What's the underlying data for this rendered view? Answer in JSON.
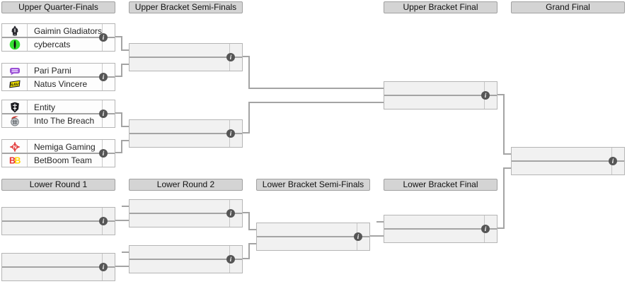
{
  "headers": {
    "upper_quarter_finals": "Upper Quarter-Finals",
    "upper_bracket_semi_finals": "Upper Bracket Semi-Finals",
    "upper_bracket_final": "Upper Bracket Final",
    "grand_final": "Grand Final",
    "lower_round_1": "Lower Round 1",
    "lower_round_2": "Lower Round 2",
    "lower_bracket_semi_finals": "Lower Bracket Semi-Finals",
    "lower_bracket_final": "Lower Bracket Final"
  },
  "matches": {
    "uqf1": {
      "top": {
        "name": "Gaimin Gladiators",
        "logo": "gaimin-gladiators",
        "score": ""
      },
      "bottom": {
        "name": "cybercats",
        "logo": "cybercats",
        "score": ""
      }
    },
    "uqf2": {
      "top": {
        "name": "Pari Parni",
        "logo": "pari-parni",
        "score": ""
      },
      "bottom": {
        "name": "Natus Vincere",
        "logo": "natus-vincere",
        "score": ""
      }
    },
    "uqf3": {
      "top": {
        "name": "Entity",
        "logo": "entity",
        "score": ""
      },
      "bottom": {
        "name": "Into The Breach",
        "logo": "into-the-breach",
        "score": ""
      }
    },
    "uqf4": {
      "top": {
        "name": "Nemiga Gaming",
        "logo": "nemiga-gaming",
        "score": ""
      },
      "bottom": {
        "name": "BetBoom Team",
        "logo": "betboom-team",
        "score": ""
      }
    }
  },
  "info_icon_glyph": "i",
  "colors": {
    "header_bg": "#d4d4d4",
    "header_border": "#a0a0a0",
    "border": "#b5b5b5",
    "match_bg_empty": "#f1f1f1",
    "match_bg_team": "#fdfdfd",
    "connector": "#a4a4a4",
    "info_icon_bg": "#555555",
    "cybercats_green": "#35e033",
    "pari_purple": "#9a4fd4",
    "navi_yellow": "#ffef00",
    "nemiga_red": "#e23d3d",
    "itb_plume_red": "#d03a32",
    "betboom_red": "#e8312c",
    "betboom_yellow": "#ffd400"
  }
}
